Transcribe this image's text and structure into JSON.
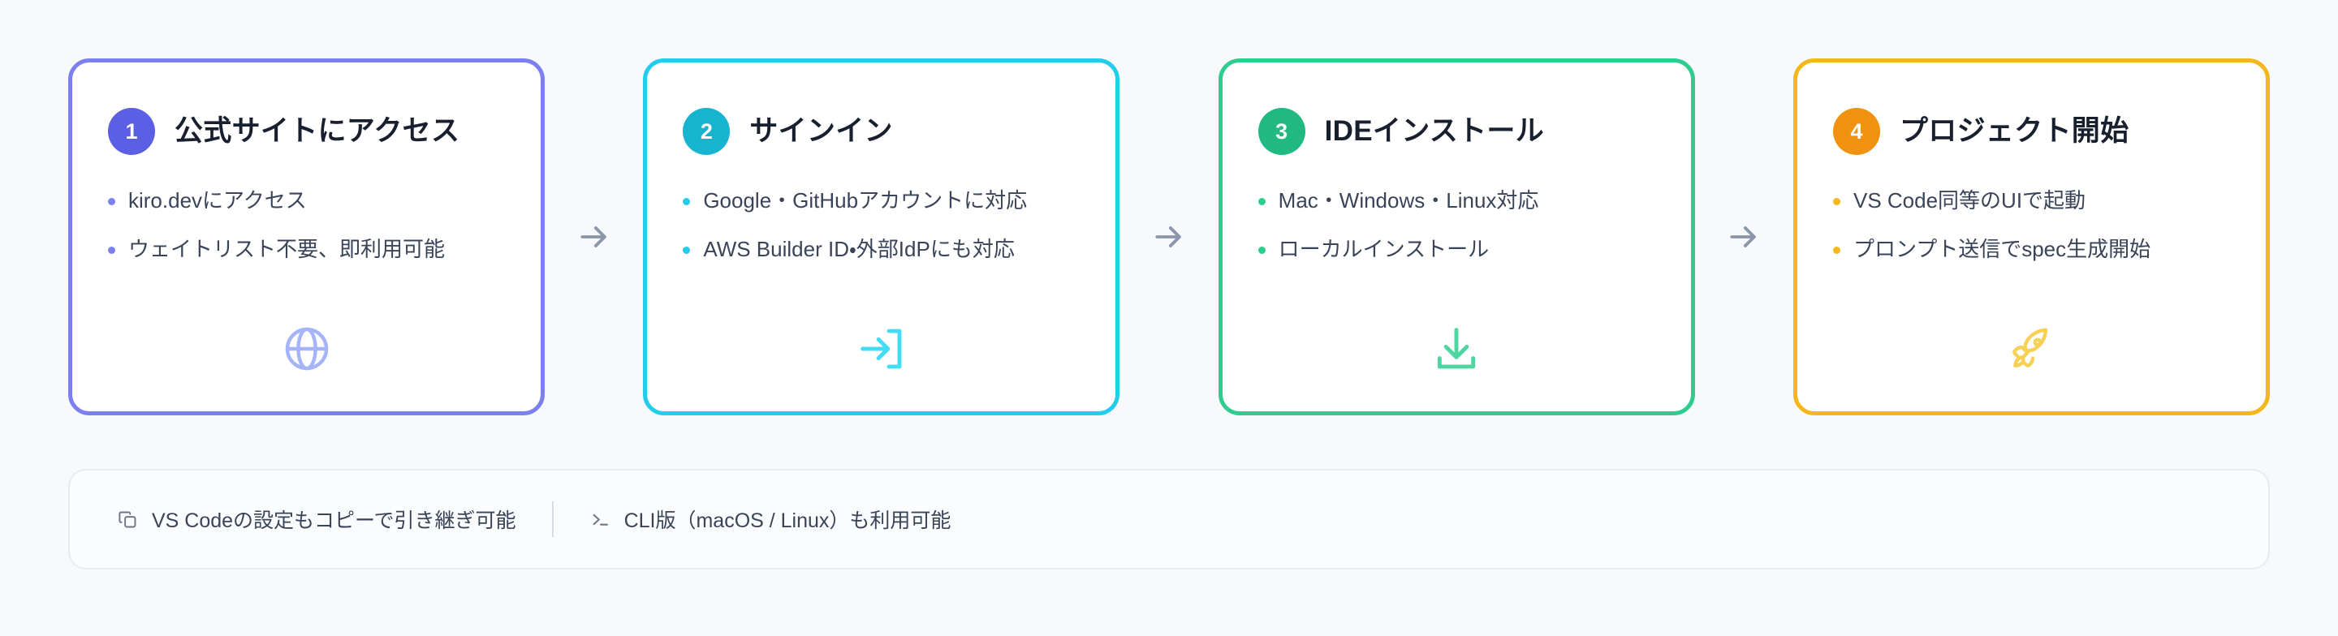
{
  "background_color": "#f8f9fb",
  "steps": [
    {
      "number": "1",
      "title": "公式サイトにアクセス",
      "accent": "#7c7ff0",
      "badge_color": "#5b5fe3",
      "icon": "globe-icon",
      "bullets": [
        "kiro.devにアクセス",
        "ウェイトリスト不要、即利用可能"
      ]
    },
    {
      "number": "2",
      "title": "サインイン",
      "accent": "#22cced",
      "badge_color": "#17b4cf",
      "icon": "sign-in-icon",
      "bullets": [
        "Google・GitHubアカウントに対応",
        "AWS Builder ID・外部IdPにも対応"
      ]
    },
    {
      "number": "3",
      "title": "IDEインストール",
      "accent": "#2ecc8f",
      "badge_color": "#20b981",
      "icon": "download-icon",
      "bullets": [
        "Mac・Windows・Linux対応",
        "ローカルインストール"
      ]
    },
    {
      "number": "4",
      "title": "プロジェクト開始",
      "accent": "#f5b81c",
      "badge_color": "#f0920f",
      "icon": "rocket-icon",
      "bullets": [
        "VS Code同等のUIで起動",
        "プロンプト送信でspec生成開始"
      ]
    }
  ],
  "connector_icon": "arrow-right-icon",
  "notes": [
    {
      "icon": "copy-icon",
      "text": "VS Codeの設定もコピーで引き継ぎ可能"
    },
    {
      "icon": "terminal-icon",
      "text": "CLI版（macOS / Linux）も利用可能"
    }
  ]
}
